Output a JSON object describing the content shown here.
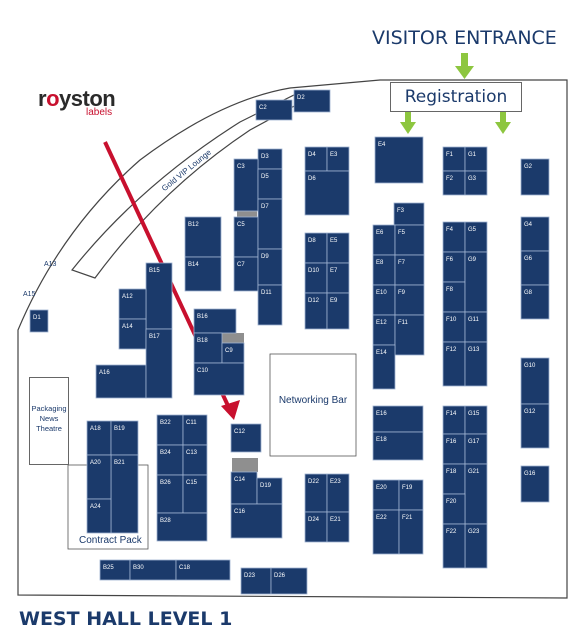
{
  "logo": {
    "brand_pre": "r",
    "brand_o": "o",
    "brand_post": "yston",
    "sub": "labels"
  },
  "entrance_label": "VISITOR ENTRANCE",
  "registration_label": "Registration",
  "lounge_label": "Gold VIP Lounge",
  "networking_label": "Networking Bar",
  "packaging_label": [
    "Packaging",
    "News",
    "Theatre"
  ],
  "contract_label": "Contract Pack",
  "hall_title": "WEST HALL LEVEL 1",
  "outside_labels": {
    "a13": "A13",
    "a15": "A15"
  },
  "colors": {
    "booth": "#1b3a6b",
    "accent": "#c8102e",
    "entrance_arrow": "#8dc63f",
    "grey_block": "#8f8f8f"
  },
  "booths": [
    "D2",
    "C2",
    "E4",
    "F1",
    "G1",
    "F2",
    "G3",
    "G2",
    "D3",
    "D4",
    "E3",
    "C3",
    "D5",
    "D6",
    "F3",
    "B12",
    "C5",
    "D7",
    "E6",
    "F5",
    "F4",
    "G5",
    "G4",
    "B14",
    "C7",
    "D9",
    "D8",
    "E5",
    "E8",
    "F7",
    "F6",
    "G6",
    "D10",
    "E7",
    "B15",
    "A12",
    "D11",
    "D12",
    "E9",
    "E10",
    "F9",
    "F8",
    "G9",
    "G8",
    "A14",
    "B16",
    "E12",
    "F11",
    "F10",
    "G11",
    "B18",
    "C9",
    "F12",
    "G13",
    "A16",
    "B17",
    "C10",
    "E14",
    "G10",
    "E16",
    "F14",
    "G15",
    "B22",
    "C11",
    "C12",
    "G12",
    "A18",
    "B19",
    "E18",
    "F16",
    "G17",
    "B24",
    "C13",
    "B21",
    "C14",
    "D19",
    "F18",
    "G16",
    "A20",
    "D22",
    "E23",
    "E20",
    "F19",
    "G21",
    "B26",
    "C15",
    "C16",
    "D24",
    "E21",
    "F20",
    "A24",
    "E22",
    "F21",
    "B28",
    "G23",
    "F22",
    "B25",
    "B30",
    "C18",
    "D23",
    "D26",
    "D1"
  ]
}
